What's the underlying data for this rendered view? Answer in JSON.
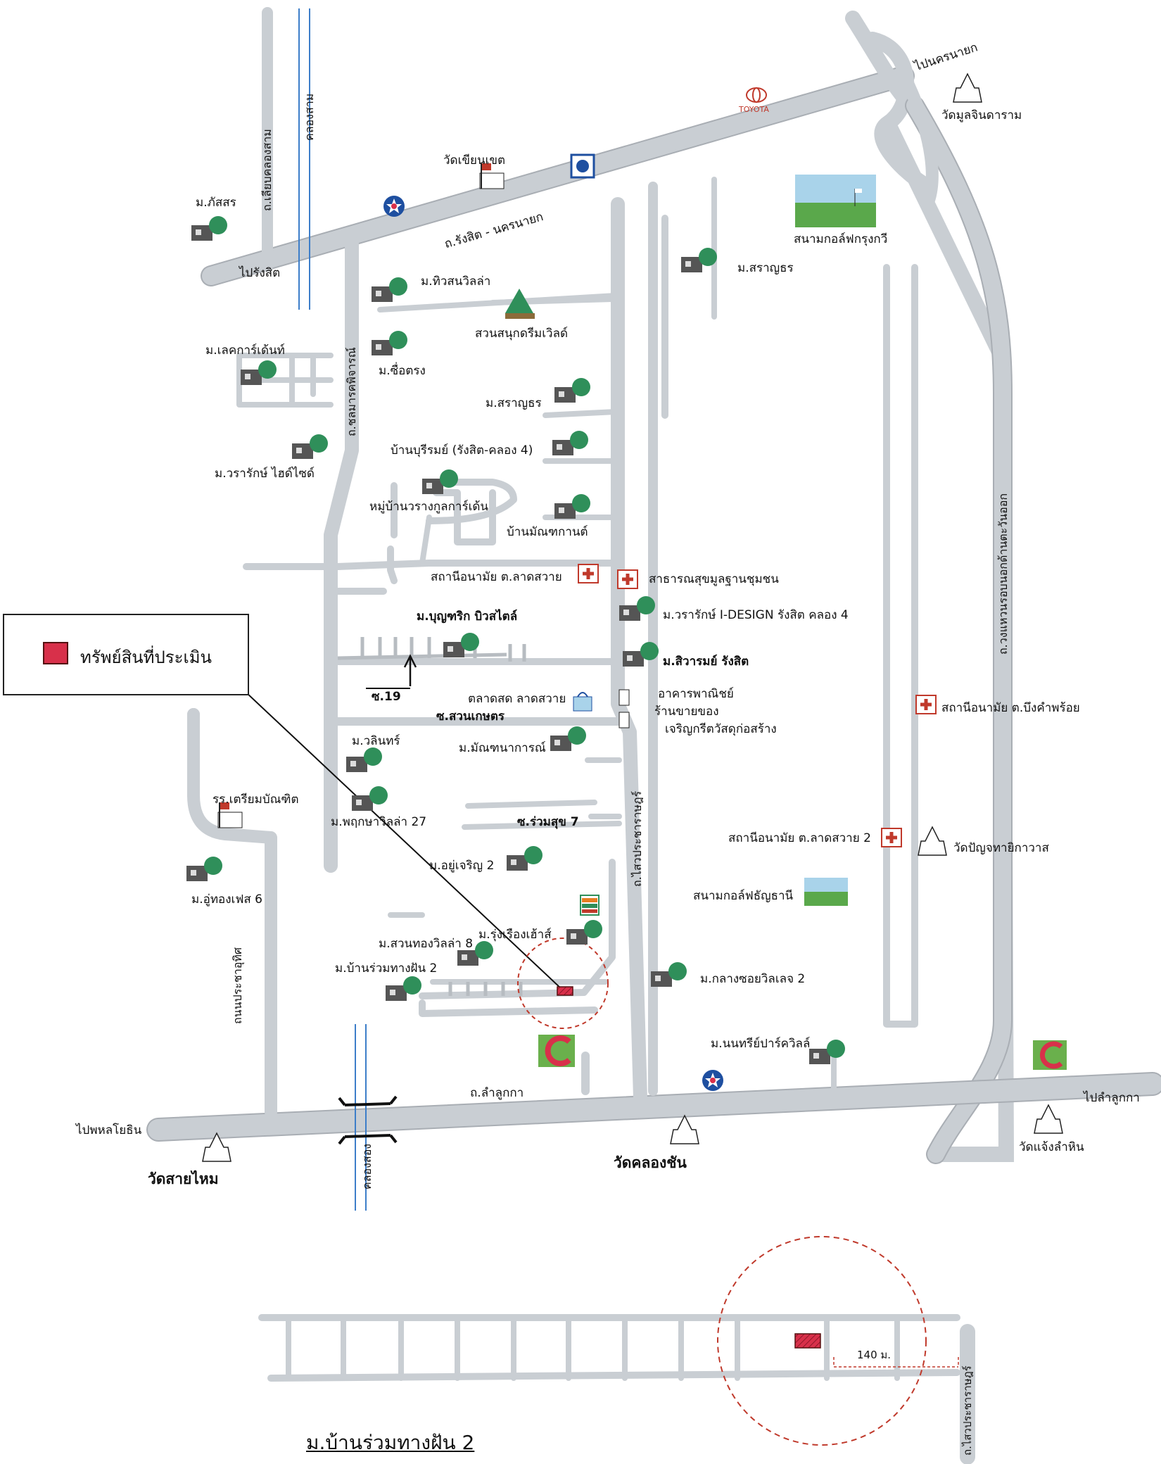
{
  "legend": {
    "label": "ทรัพย์สินที่ประเมิน",
    "swatch_color": "#d8304a"
  },
  "main_roads": {
    "rangsit_nakhonnayok": "ถ.รังสิต - นครนายก",
    "to_rangsit": "ไปรังสิต",
    "to_nakhonnayok": "ไปนครนายก",
    "lam_luk_ka": "ถ.ลำลูกกา",
    "to_phahonyothin": "ไปพหลโยธิน",
    "to_lam_luk_ka": "ไปลำลูกกา",
    "liap_khlong_sam": "ถ.เลียบคลองสาม",
    "khlong_sam": "คลองสาม",
    "chomphon_kraisorn": "ถ.ชลมารคพิจารณ์",
    "sai_pracharat": "ถ.ไสวประชาราษฎร์",
    "pracha_uthit": "ถนนประชาอุทิศ",
    "khlong_hok_wa": "ถ.วงแหวนรอบนอกด้านตะวันออก",
    "khlong_song": "คลองสอง",
    "soi_19": "ซ.19",
    "soi_suan_kaset": "ซ.สวนเกษตร",
    "soi_ruam_suk_7": "ซ.ร่วมสุข 7"
  },
  "places": {
    "toyota": "TOYOTA",
    "wat_mun_chindaram": "วัดมูลจินดาราม",
    "wat_khian_khet": "วัดเขียนเขต",
    "mb_phatsorn": "ม.ภัสสร",
    "golf_krungkavee": "สนามกอล์ฟกรุงกวี",
    "mb_saranthorn_1": "ม.สราญธร",
    "mb_thiwson_villa": "ม.ทิวสนวิลล่า",
    "dream_world": "สวนสนุกดรีมเวิลด์",
    "mb_lake_garden": "ม.เลคการ์เด้นท์",
    "mb_sue_trong": "ม.ซื่อตรง",
    "mb_saranthorn_2": "ม.สราญธร",
    "ban_buriram": "บ้านบุรีรมย์ (รังสิต-คลอง 4)",
    "mb_wararak_hyde": "ม.วรารักษ์ ไฮด์ไซด์",
    "mb_warang_kool": "หมู่บ้านวรางกูลการ์เด้น",
    "ban_monthakan": "บ้านมัณฑกานต์",
    "health_lat_sawai": "สถานีอนามัย ต.ลาดสวาย",
    "public_health_center": "สาธารณสุขมูลฐานชุมชน",
    "mb_boonyarit": "ม.บุญฑริก บิวสไตล์",
    "mb_wararak_idesign": "ม.วรารักษ์ I-DESIGN รังสิต คลอง 4",
    "mb_siraram": "ม.สิวารมย์ รังสิต",
    "market_lat_sawai": "ตลาดสด ลาดสวาย",
    "commercial_bldg": "อาคารพาณิชย์",
    "gold_shop": "ร้านขายของ",
    "charoen_material": "เจริญกรีตวัสดุก่อสร้าง",
    "mb_walin": "ม.วลินทร์",
    "mb_monthana": "ม.มัณฑนาการณ์",
    "health_bueng_kham_phroi": "สถานีอนามัย ต.บึงคำพร้อย",
    "school_triam": "รร.เตรียมบัณฑิต",
    "mb_pruksa_27": "ม.พฤกษาวิลล่า 27",
    "mb_yu_charoen_2": "ม.อยู่เจริญ 2",
    "health_lat_sawai_2": "สถานีอนามัย ต.ลาดสวาย 2",
    "wat_banya": "วัดปัญจทายิกาวาส",
    "golf_thanyaburi": "สนามกอล์ฟธัญธานี",
    "mb_u_thong_6": "ม.อู่ทองเฟส 6",
    "mb_suan_thong_8": "ม.สวนทองวิลล่า 8",
    "mb_rung_rueang": "ม.รุ่งเรืองเฮ้าส์",
    "mb_ban_ruam_2": "ม.บ้านร่วมทางฝัน 2",
    "mb_klang_soi": "ม.กลางซอยวิลเลจ 2",
    "mb_nantree": "ม.นนทรีย์ปาร์ควิลล์",
    "wat_sai_mai": "วัดสายไหม",
    "wat_khlong_chan": "วัดคลองชัน",
    "wat_chaeng": "วัดแจ้งลำหิน",
    "big_c": "Big C"
  },
  "inset": {
    "title": "ม.บ้านร่วมทางฝัน 2",
    "distance": "140 ม.",
    "road": "ถ.ไสวประชาราษฎร์"
  },
  "colors": {
    "road": "#c9ced3",
    "road_edge": "#a9aeb4",
    "canal": "#3d7ec9",
    "marker": "#d8304a",
    "tree": "#2f8f5a",
    "circle": "#c0392b"
  }
}
